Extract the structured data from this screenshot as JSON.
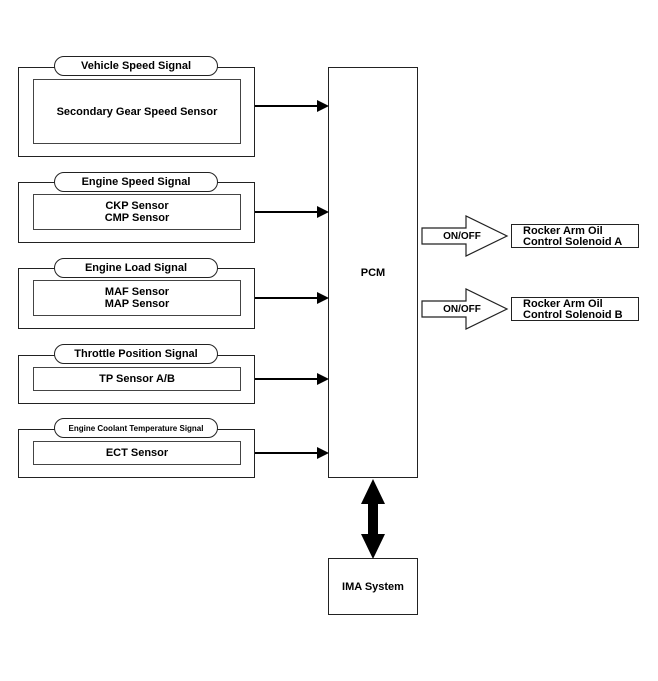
{
  "inputs": [
    {
      "signal": "Vehicle Speed Signal",
      "sensor": "Secondary Gear Speed Sensor"
    },
    {
      "signal": "Engine Speed Signal",
      "sensor": "CKP Sensor\nCMP Sensor"
    },
    {
      "signal": "Engine Load Signal",
      "sensor": "MAF Sensor\nMAP Sensor"
    },
    {
      "signal": "Throttle Position Signal",
      "sensor": "TP Sensor A/B"
    },
    {
      "signal": "Engine Coolant Temperature Signal",
      "sensor": "ECT Sensor"
    }
  ],
  "pcm": {
    "label": "PCM"
  },
  "ima": {
    "label": "IMA System"
  },
  "outputs": [
    {
      "command": "ON/OFF",
      "target": "Rocker Arm Oil\nControl Solenoid A"
    },
    {
      "command": "ON/OFF",
      "target": "Rocker Arm Oil\nControl Solenoid B"
    }
  ]
}
